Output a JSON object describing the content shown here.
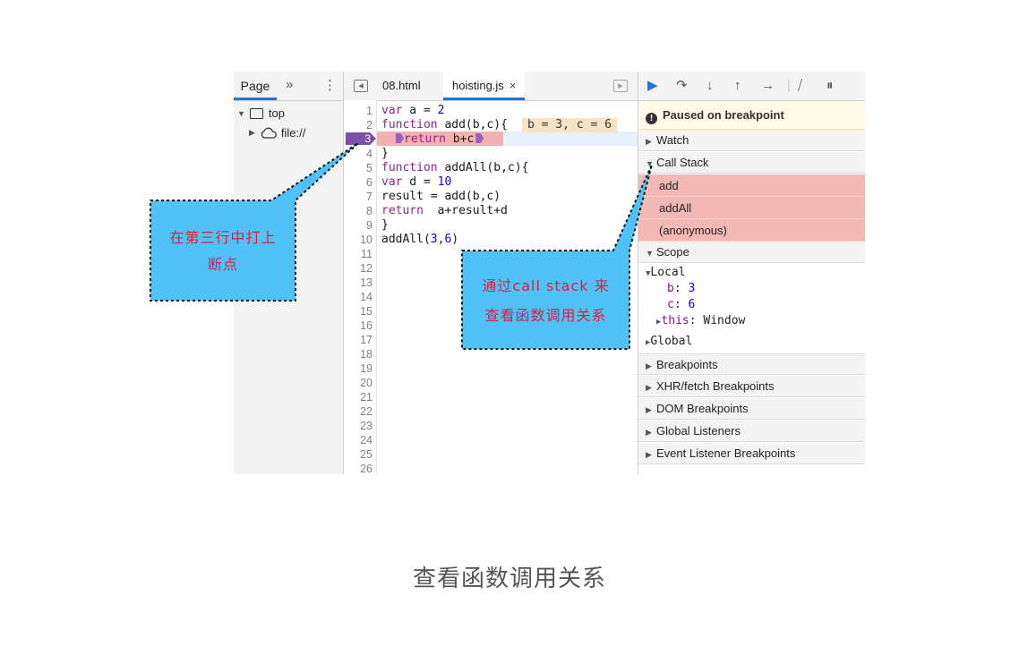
{
  "left_pane": {
    "tab_label": "Page",
    "more_icon": "chevron-double-right-icon",
    "menu_icon": "kebab-menu-icon",
    "tree": [
      {
        "label": "top",
        "icon": "frame-icon",
        "expanded": true
      },
      {
        "label": "file://",
        "icon": "cloud-icon",
        "expanded": false
      }
    ]
  },
  "editor": {
    "tabs": [
      {
        "label": "08.html",
        "active": false
      },
      {
        "label": "hoisting.js",
        "active": true,
        "close": "×"
      }
    ],
    "line_numbers": [
      "1",
      "2",
      "3",
      "4",
      "5",
      "6",
      "7",
      "8",
      "9",
      "10",
      "11",
      "12",
      "13",
      "14",
      "15",
      "16",
      "17",
      "18",
      "19",
      "20",
      "21",
      "22",
      "23",
      "24",
      "25",
      "26"
    ],
    "code": {
      "l1": {
        "kw": "var",
        "rest": " a = ",
        "num": "2"
      },
      "l2": {
        "kw": "function",
        "rest": " add(b,c){"
      },
      "l2_inline": "b = 3, c = 6",
      "l3": {
        "kw": "return",
        "rest": " b+c"
      },
      "l4": "}",
      "l5": {
        "kw": "function",
        "rest": " addAll(b,c){"
      },
      "l6": {
        "kw": "var",
        "rest": " d = ",
        "num": "10"
      },
      "l7": "result = add(b,c)",
      "l8": {
        "kw": "return",
        "rest": "  a+result+d"
      },
      "l9": "}",
      "l10": {
        "pre": "addAll(",
        "num1": "3",
        "sep": ",",
        "num2": "6",
        "post": ")"
      }
    },
    "breakpoint_line": "3"
  },
  "debugger": {
    "paused_text": "Paused on breakpoint",
    "sections": {
      "watch": "Watch",
      "call_stack": "Call Stack",
      "scope": "Scope",
      "breakpoints": "Breakpoints",
      "xhr": "XHR/fetch Breakpoints",
      "dom": "DOM Breakpoints",
      "global_listeners": "Global Listeners",
      "event_listeners": "Event Listener Breakpoints"
    },
    "call_stack": [
      "add",
      "addAll",
      "(anonymous)"
    ],
    "scope": {
      "local_label": "Local",
      "b_key": "b",
      "b_val": "3",
      "c_key": "c",
      "c_val": "6",
      "this_key": "this",
      "this_val": "Window",
      "global_label": "Global"
    }
  },
  "callouts": {
    "left_line1": "在第三行中打上",
    "left_line2": "断点",
    "right_line1": "通过call stack 来",
    "right_line2": "查看函数调用关系"
  },
  "caption": "查看函数调用关系",
  "colors": {
    "accent": "#1a73e8",
    "callout_fill": "#4fc3f7",
    "callout_text": "#e8193c",
    "highlight": "#f4b8b4",
    "breakpoint": "#7f4ea8"
  }
}
